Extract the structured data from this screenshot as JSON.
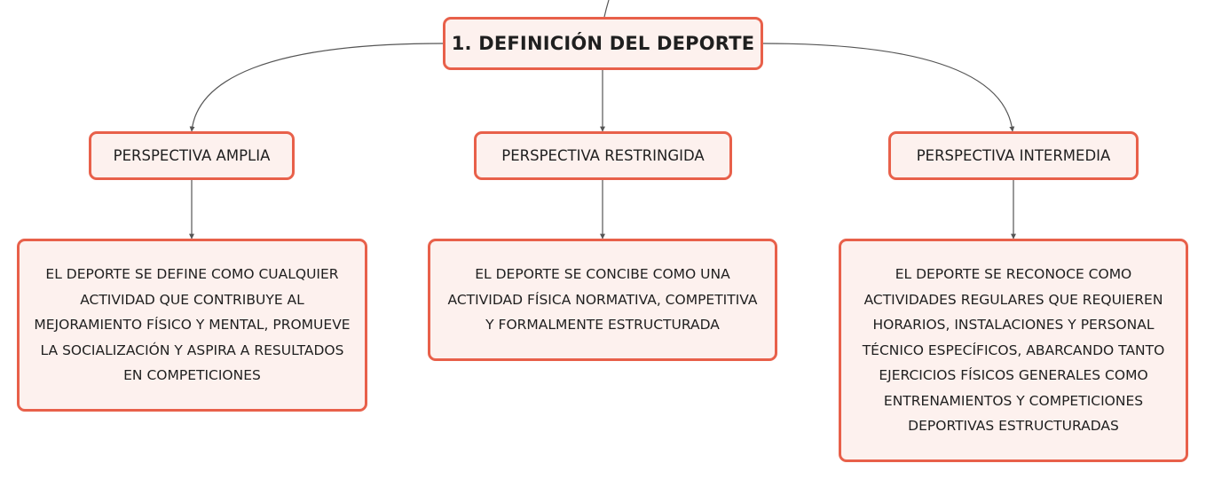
{
  "root": {
    "label": "1. DEFINICIÓN DEL DEPORTE"
  },
  "perspectives": [
    {
      "label": "PERSPECTIVA AMPLIA",
      "description": "EL DEPORTE SE DEFINE COMO CUALQUIER ACTIVIDAD QUE CONTRIBUYE AL MEJORAMIENTO FÍSICO Y MENTAL, PROMUEVE LA SOCIALIZACIÓN Y ASPIRA A RESULTADOS EN COMPETICIONES"
    },
    {
      "label": "PERSPECTIVA RESTRINGIDA",
      "description": "EL DEPORTE SE CONCIBE COMO UNA ACTIVIDAD FÍSICA NORMATIVA, COMPETITIVA Y FORMALMENTE ESTRUCTURADA"
    },
    {
      "label": "PERSPECTIVA INTERMEDIA",
      "description": "EL DEPORTE SE RECONOCE COMO ACTIVIDADES REGULARES QUE REQUIEREN HORARIOS, INSTALACIONES Y PERSONAL TÉCNICO ESPECÍFICOS, ABARCANDO TANTO EJERCICIOS FÍSICOS GENERALES COMO ENTRENAMIENTOS Y COMPETICIONES DEPORTIVAS ESTRUCTURADAS"
    }
  ],
  "colors": {
    "node_border": "#e8604a",
    "node_fill": "#fdf1ee",
    "connector": "#555555",
    "text": "#1f1f1f"
  }
}
